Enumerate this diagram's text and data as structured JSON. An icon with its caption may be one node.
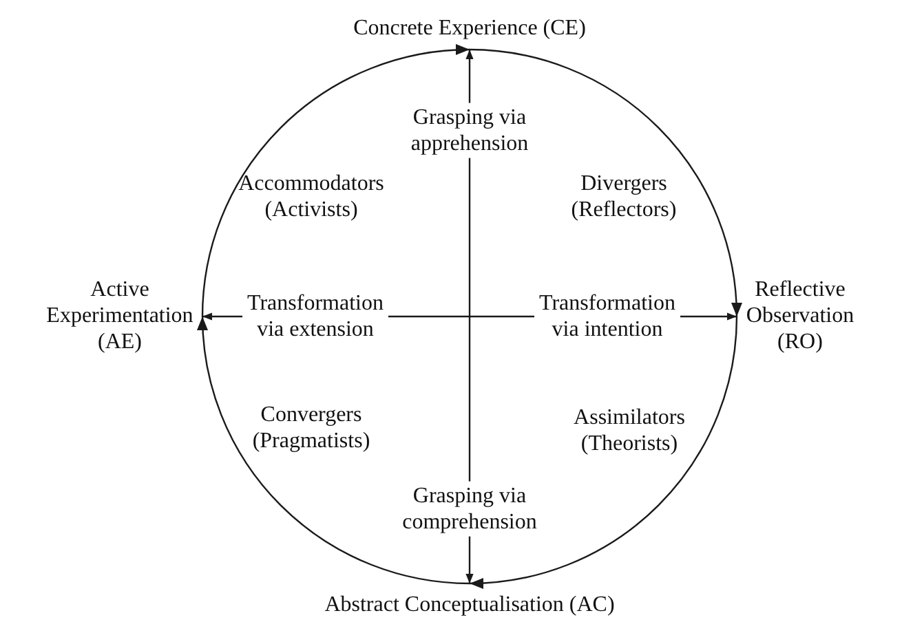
{
  "diagram": {
    "nodes": [
      {
        "text": [
          "Concrete Experience (CE)"
        ]
      },
      {
        "text": [
          "Active Experimentation (AE)"
        ]
      },
      {
        "text": [
          "Reflective Observation (RO)"
        ]
      },
      {
        "text": [
          "Abstract Conceptualisation (AC)"
        ]
      }
    ],
    "edges": [
      {
        "from": 1,
        "to": 0,
        "arrow": "to"
      },
      {
        "from": 0,
        "to": 2,
        "arrow": "to"
      },
      {
        "from": 2,
        "to": 3,
        "arrow": "to"
      },
      {
        "from": 3,
        "to": 1,
        "arrow": "to"
      },
      {
        "from": null,
        "to": 0,
        "arrow": "to",
        "label": "Grasping via apprehension"
      },
      {
        "from": null,
        "to": 1,
        "arrow": "to",
        "label": "Transformation via extension"
      },
      {
        "from": null,
        "to": 2,
        "arrow": "to",
        "label": "Transformation via intention"
      },
      {
        "from": null,
        "to": 3,
        "arrow": "to",
        "label": "Grasping via comprehension"
      }
    ],
    "labels": [
      "Accommodators (Activists)",
      "Divergers (Reflectors)",
      "Convergers (Pragmatists)",
      "Assimilators (Theorists)"
    ]
  }
}
